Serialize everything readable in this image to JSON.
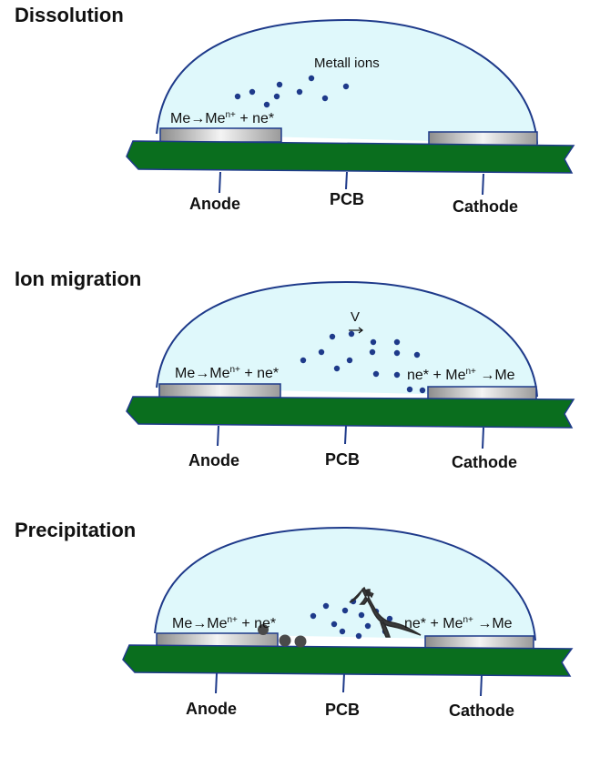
{
  "panels": [
    {
      "heading": "Dissolution",
      "anode": "Anode",
      "pcb": "PCB",
      "cathode": "Cathode",
      "anode_eq": {
        "left": "Me",
        "arrow": "→",
        "ion": "Me",
        "charge": "n+",
        "right": " + ne*"
      },
      "note": "Metall ions"
    },
    {
      "heading": "Ion migration",
      "anode": "Anode",
      "pcb": "PCB",
      "cathode": "Cathode",
      "anode_eq": {
        "left": "Me",
        "arrow": "→",
        "ion": "Me",
        "charge": "n+",
        "right": " + ne*"
      },
      "cathode_eq": {
        "left": "ne* + Me",
        "charge": "n+",
        "right": " →Me"
      },
      "velocity": "V"
    },
    {
      "heading": "Precipitation",
      "anode": "Anode",
      "pcb": "PCB",
      "cathode": "Cathode",
      "anode_eq": {
        "left": "Me",
        "arrow": "→",
        "ion": "Me",
        "charge": "n+",
        "right": " + ne*"
      },
      "cathode_eq": {
        "left": "ne* + Me",
        "charge": "n+",
        "right": " →Me"
      }
    }
  ],
  "colors": {
    "electrolyte_fill": "#dff8fb",
    "electrolyte_stroke": "#1e3a8a",
    "pcb_fill": "#0a6e1e",
    "ion_color": "#1e3a8a",
    "deposit_color": "#3a3a3a"
  }
}
